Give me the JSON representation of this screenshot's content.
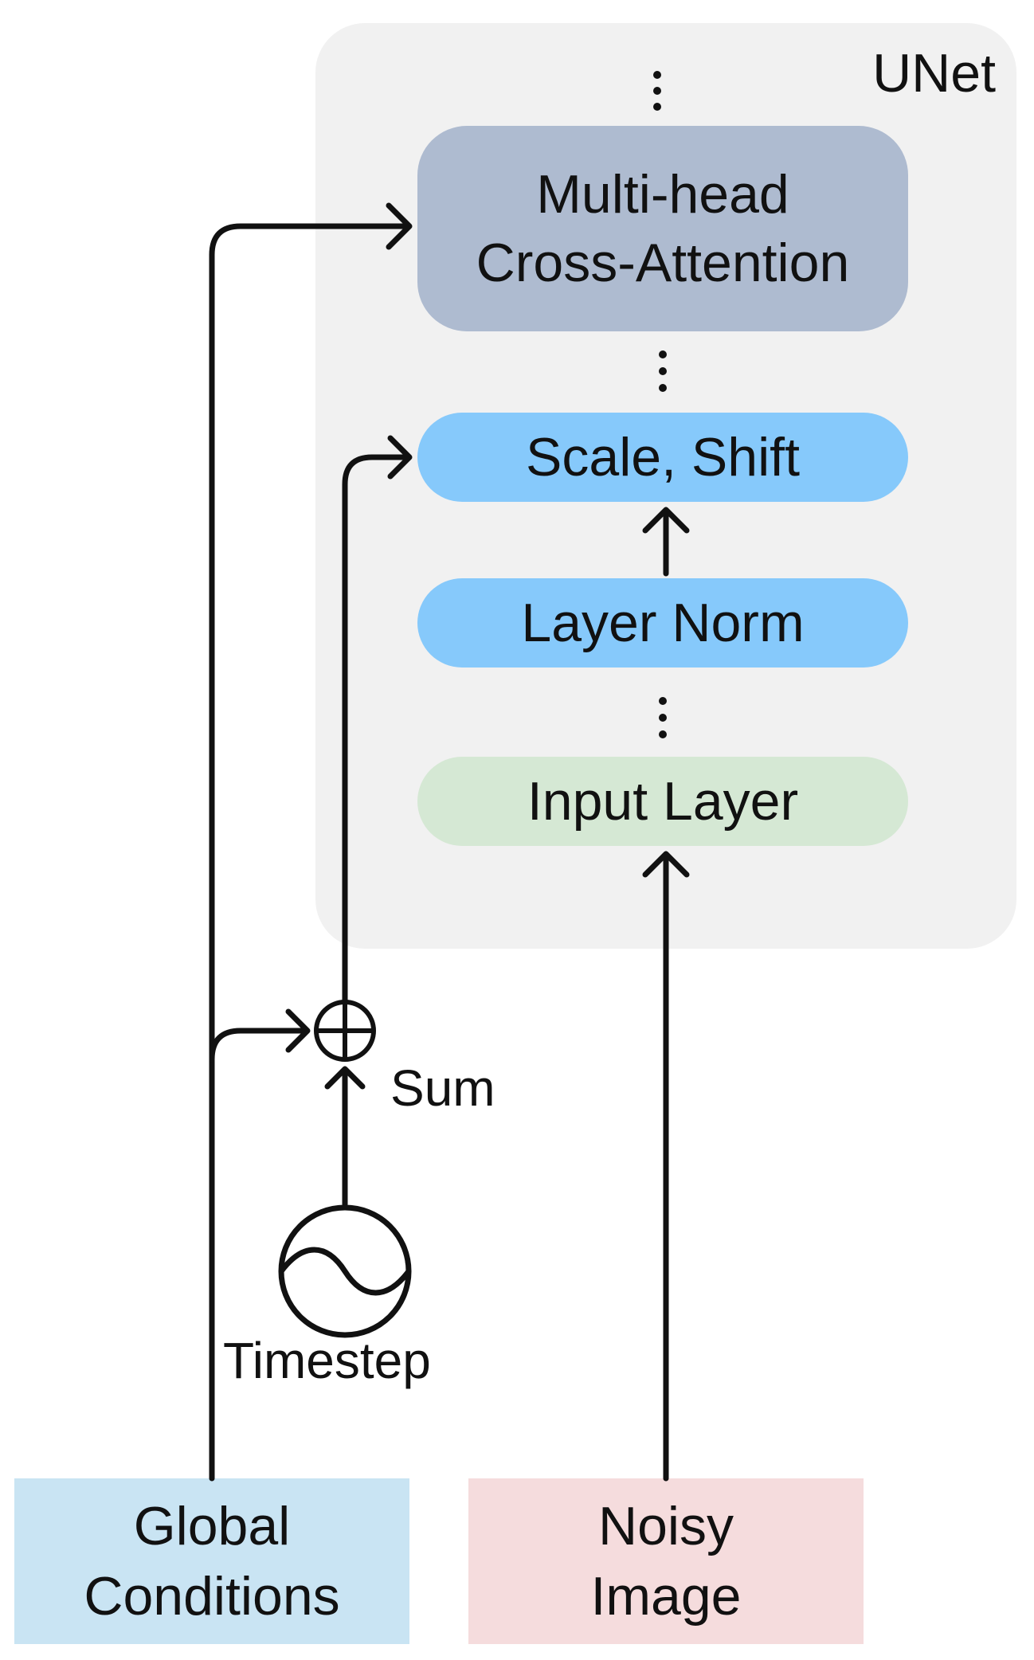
{
  "unet": {
    "title": "UNet",
    "blocks": {
      "cross_attention": [
        "Multi-head",
        "Cross-Attention"
      ],
      "scale_shift": "Scale, Shift",
      "layer_norm": "Layer Norm",
      "input_layer": "Input Layer"
    }
  },
  "inputs": {
    "global_conditions": [
      "Global",
      "Conditions"
    ],
    "noisy_image": [
      "Noisy",
      "Image"
    ]
  },
  "operators": {
    "sum_label": "Sum",
    "timestep_label": "Timestep"
  },
  "colors": {
    "panel": "#f1f1f1",
    "cross_attention": "#aebbd0",
    "norm_blocks": "#86c9fb",
    "input_layer": "#d5e8d4",
    "global_conditions": "#c9e4f3",
    "noisy_image": "#f5dcdd",
    "wire": "#111111"
  }
}
